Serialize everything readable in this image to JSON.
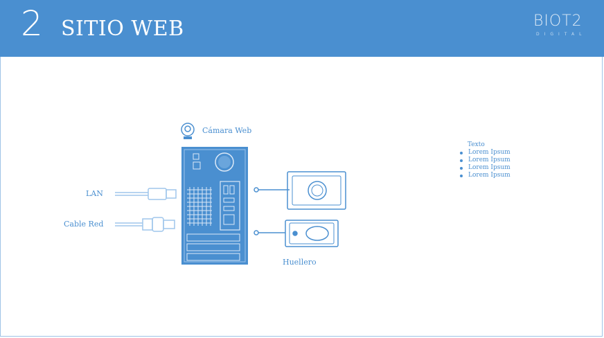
{
  "header": {
    "section_number": "2",
    "title": "SITIO WEB",
    "logo_text": "BIOT2",
    "logo_subtext": "DIGITAL"
  },
  "diagram": {
    "webcam_label": "Cámara Web",
    "lan_label": "LAN",
    "cable_label": "Cable Red",
    "fingerprint_label": "Huellero"
  },
  "notes": {
    "title": "Texto",
    "items": [
      "Lorem Ipsum",
      "Lorem Ipsum",
      "Lorem Ipsum",
      "Lorem Ipsum"
    ]
  },
  "colors": {
    "accent": "#4a8fd0",
    "header_bg": "#4a8fd0",
    "background": "#ffffff"
  }
}
